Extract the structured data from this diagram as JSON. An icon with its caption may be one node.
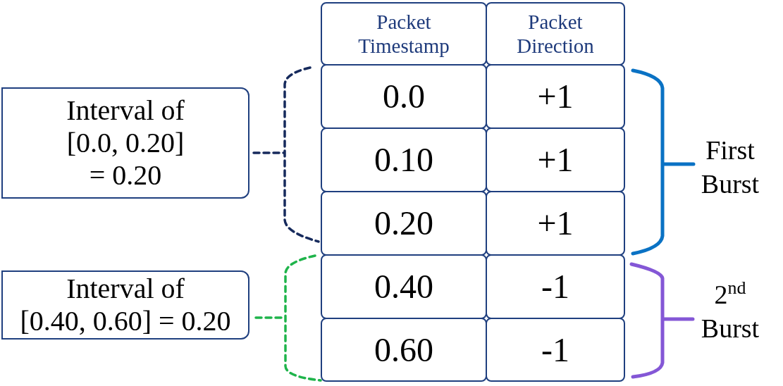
{
  "diagram": {
    "nodes": [
      {
        "text": [
          "Interval of",
          "[0.0, 0.20] = 0.20"
        ]
      },
      {
        "text": [
          "Interval of",
          "[0.40, 0.60] = 0.20"
        ]
      }
    ],
    "labels": [
      "Packet Timestamp",
      "Packet Direction",
      "0.0",
      "+1",
      "0.10",
      "+1",
      "0.20",
      "+1",
      "0.40",
      "-1",
      "0.60",
      "-1",
      "First Burst",
      "2$^{nd}$ Burst"
    ]
  }
}
